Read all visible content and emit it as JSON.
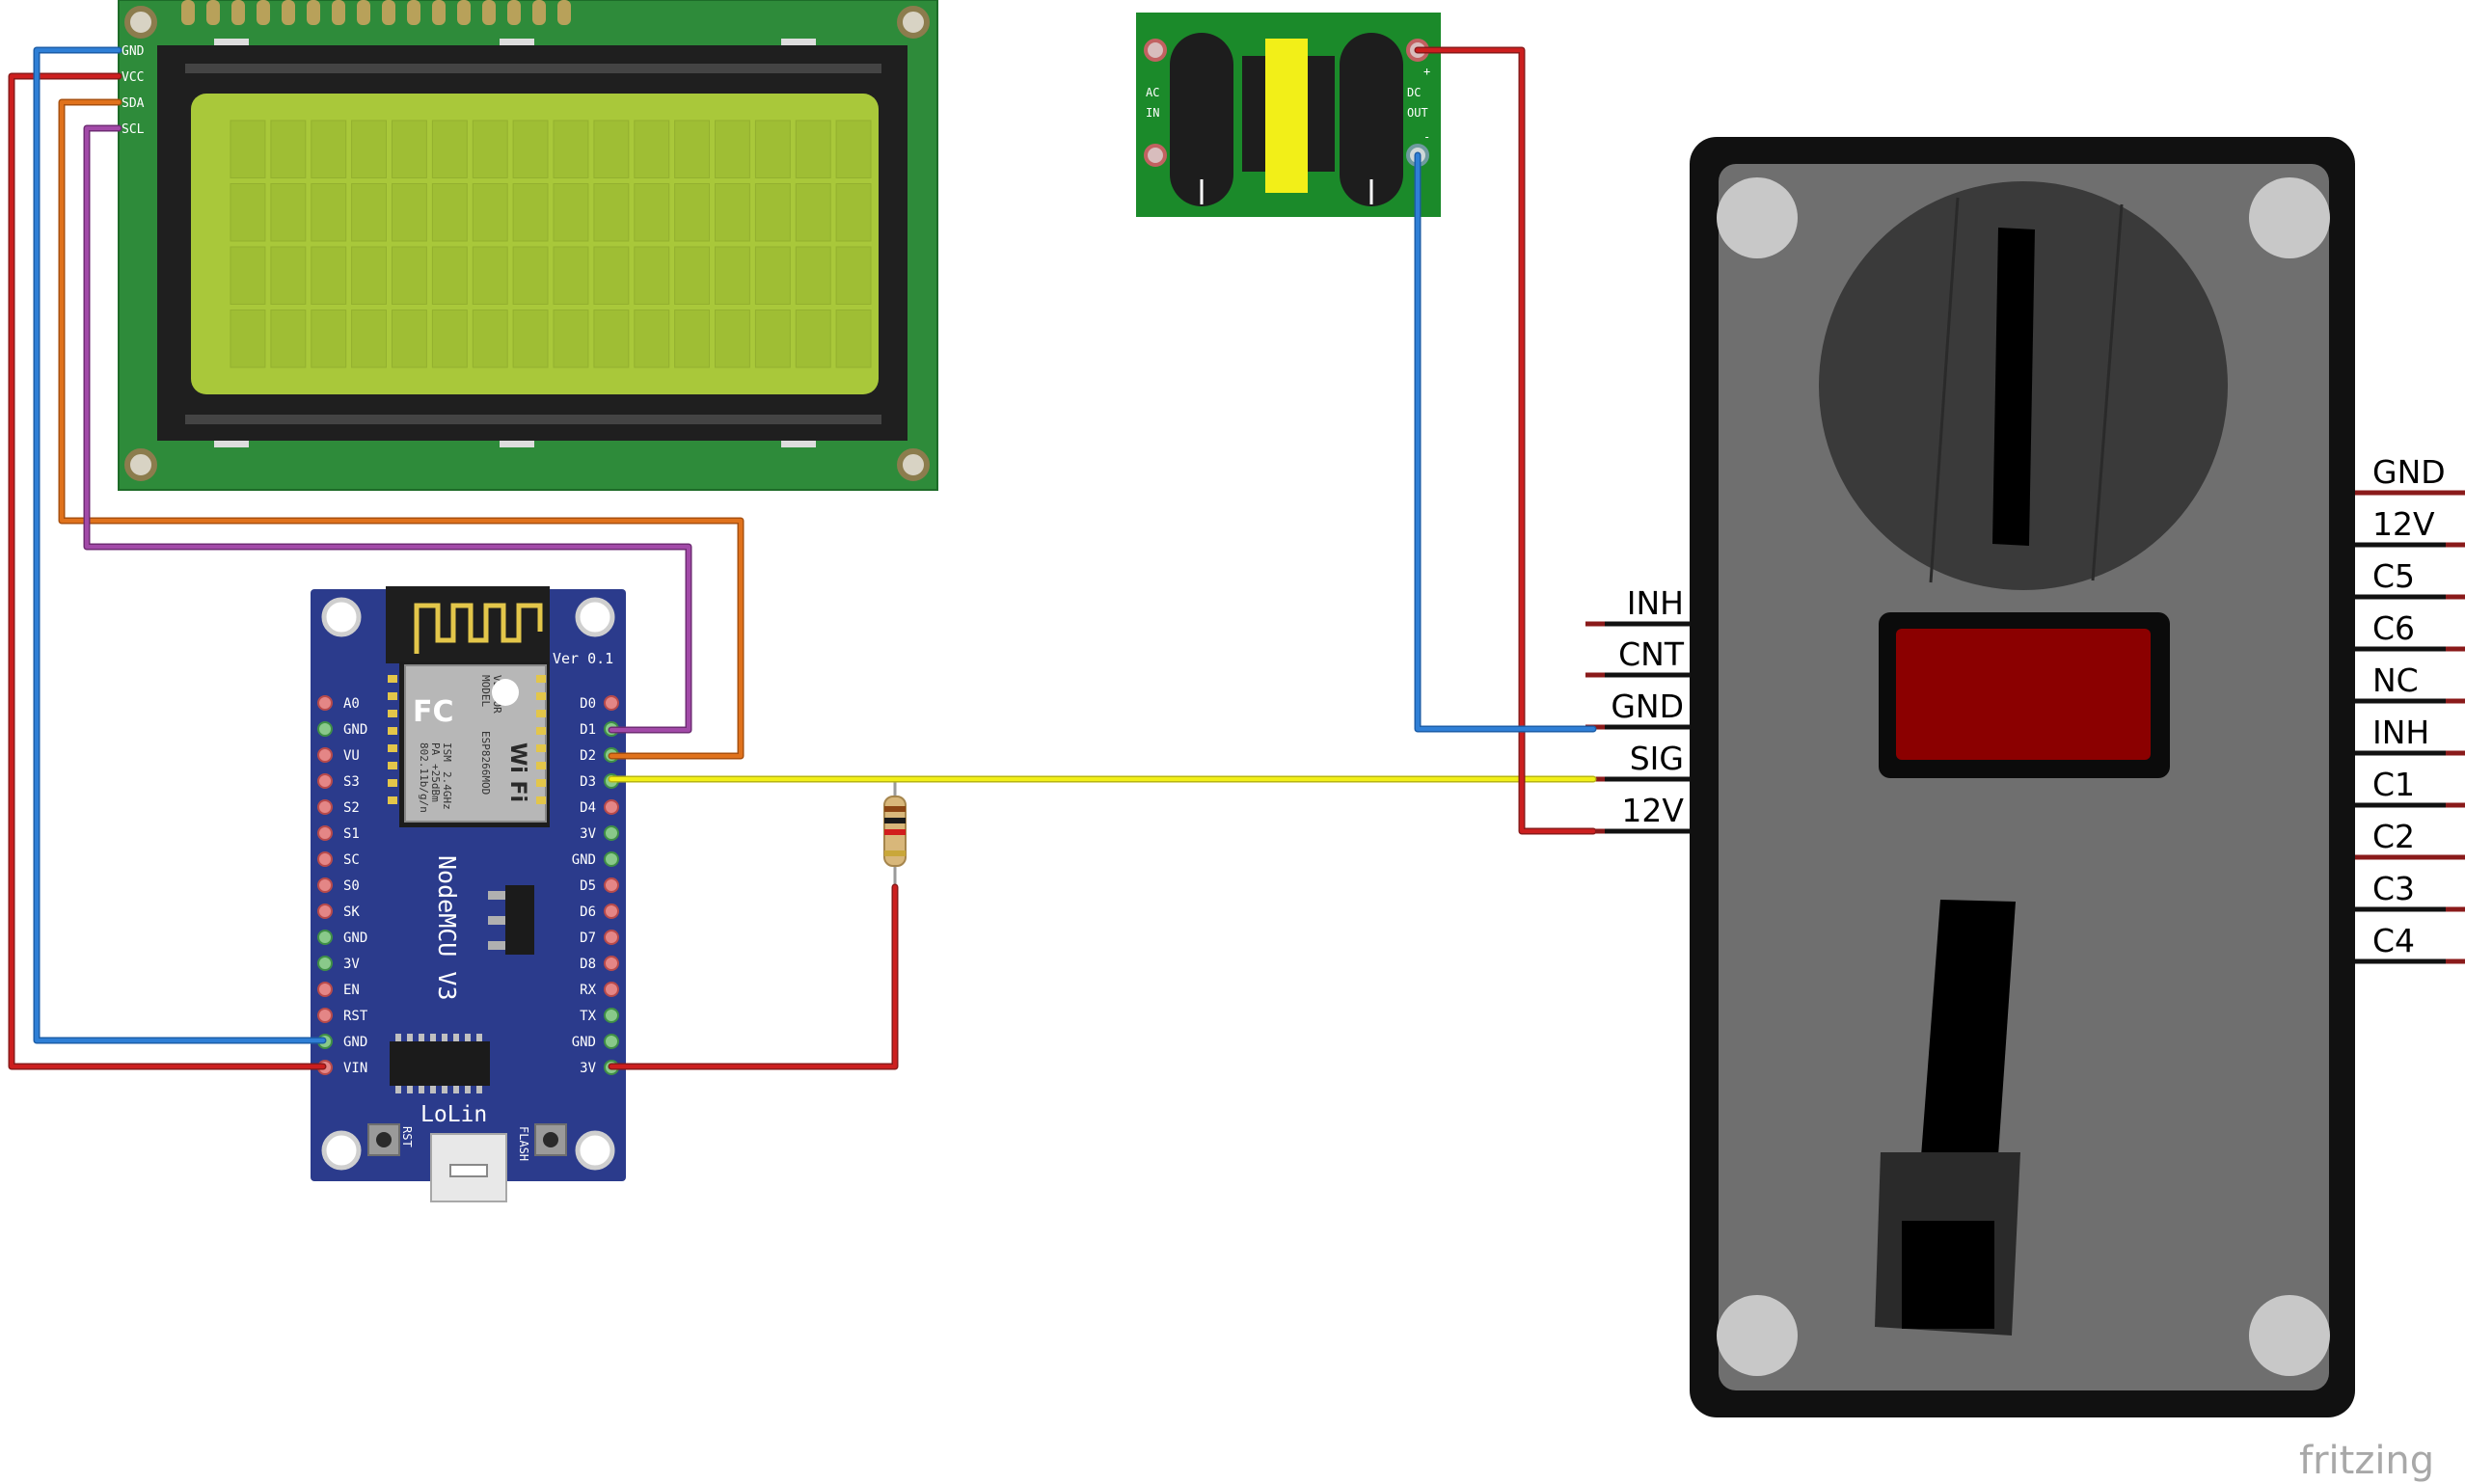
{
  "lcd": {
    "pins": [
      "GND",
      "VCC",
      "SDA",
      "SCL"
    ]
  },
  "power_module": {
    "ac_label": [
      "AC",
      "IN"
    ],
    "dc_label": [
      "DC",
      "OUT"
    ],
    "plus": "+",
    "minus": "-"
  },
  "nodemcu": {
    "version": "Ver 0.1",
    "name": "NodeMCU  V3",
    "brand": "LoLin",
    "rst": "RST",
    "flash": "FLASH",
    "left_pins": [
      "A0",
      "GND",
      "VU",
      "S3",
      "S2",
      "S1",
      "SC",
      "S0",
      "SK",
      "GND",
      "3V",
      "EN",
      "RST",
      "GND",
      "VIN"
    ],
    "right_pins": [
      "D0",
      "D1",
      "D2",
      "D3",
      "D4",
      "3V",
      "GND",
      "D5",
      "D6",
      "D7",
      "D8",
      "RX",
      "TX",
      "GND",
      "3V"
    ],
    "module_text": [
      "MODEL",
      "VENDOR",
      "ESP8266MOD",
      "ISM",
      "2.4GHz",
      "PA",
      "+25dBm",
      "802.11b/g/n"
    ],
    "wifi": "Wi Fi"
  },
  "coin_acceptor": {
    "left_pins": [
      "INH",
      "CNT",
      "GND",
      "SIG",
      "12V"
    ],
    "right_pins": [
      "GND",
      "12V",
      "C5",
      "C6",
      "NC",
      "INH",
      "C1",
      "C2",
      "C3",
      "C4"
    ]
  },
  "watermark": "fritzing",
  "colors": {
    "wire_red": "#cc1f1f",
    "wire_blue": "#2f7fd6",
    "wire_orange": "#e0721c",
    "wire_purple": "#a24aa8",
    "wire_yellow": "#f2ef18",
    "wire_dark_red": "#8a1a1a",
    "lcd_pcb": "#2e8b3a",
    "lcd_screen": "#a9c83a",
    "nodemcu_pcb": "#2b3b8c",
    "power_pcb": "#1b8a2a",
    "coin_body": "#6f6f6f"
  }
}
